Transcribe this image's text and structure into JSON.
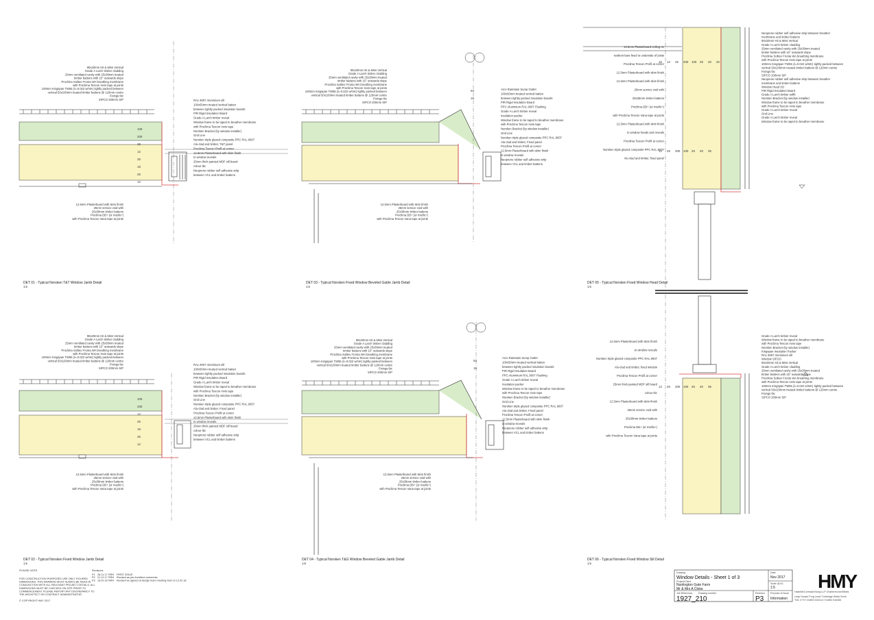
{
  "details": [
    {
      "caption": "DET 01 - Typical Norsken T&T Window Jamb Detail",
      "scale": "1:5",
      "labels_left": [
        "90x20mm Hit & Miss Vertical",
        "Grade A Larch timber cladding",
        "25mm ventilated cavity with 25x38mm treated",
        "timber battens with 15° outwards slope",
        "Proclima Solitex Fronta WA breathing membrane",
        "with Proclima Tescon Invis tape at joints",
        "100mm Kingspan TW55 (λ=0.022 w/mK) tightly packed between",
        "vertical 50x100mm treated timber battens @ 120mm centre",
        "Fixings tbc",
        "SIPCO 200mm SIP"
      ],
      "labels_right": [
        "RAL 9007 Aluminium sill",
        "100x50mm treated vertical batten",
        "between tightly packed insulation boards",
        "PIR Rigid Insulation Board",
        "Grade A Larch timber reveal",
        "Window frame to be taped to breather membrane",
        "with Proclima Tescon Invis tape",
        "Norsken Bracket (by window installer)",
        "Grid Line",
        "Norsken triple glazed composite PPC RAL 9007",
        "Alu-clad and timber, T&T panel",
        "Proclima Tescon Profil at corner",
        "12.5mm Plasterboard with skim finish",
        "to window reveals",
        "25mm thick painted MDF sill board",
        "colour tbc",
        "Neoprene rubber self adhesive strip",
        "between VCL and timber battens"
      ],
      "labels_bottom": [
        "12.5mm Plasterboard with skim finish",
        "25mm service void with",
        "25x38mm timber battens",
        "Proclima DB+ (or Intello+)",
        "with Proclima Tescon Vana tape at joints"
      ],
      "dims": [
        "100",
        "200",
        "38",
        "12",
        "25",
        "19",
        "25",
        "12"
      ]
    },
    {
      "caption": "DET 03 - Typical Norsken Fixed Window Beveled Gable Jamb Detail",
      "scale": "1:5",
      "labels_left": [
        "90x20mm Hit & Miss Vertical",
        "Grade A Larch timber cladding",
        "25mm ventilated cavity with 25x38mm treated",
        "timber battens with 15° outwards slope",
        "Proclima Solitex Fronta WA breathing membrane",
        "with Proclima Tescon Invis tape at joints",
        "100mm Kingspan TW55 (λ=0.022 w/mK) tightly packed between",
        "vertical 50x100mm treated timber battens @ 120mm centre",
        "Fixings tbc",
        "SIPCO 200mm SIP"
      ],
      "labels_right": [
        "Arco Rainstain Sump Outlet",
        "100x50mm treated vertical batten",
        "between tightly packed insulation boards",
        "PIR Rigid Insulation Board",
        "PPC Aluminium RAL 9007 Flashing",
        "Grade A Larch timber reveal",
        "Insulation packer",
        "Window frame to be taped to breather membrane",
        "with Proclima Tescon Invis tape",
        "Norsken Bracket (by window installer)",
        "Grid Line",
        "Norsken triple glazed composite PPC RAL 9007",
        "Alu-clad and timber, Fixed panel",
        "Proclima Tescon Profil at corner",
        "12.5mm Plasterboard with skim finish",
        "to window reveals",
        "Neoprene rubber self adhesive strip",
        "between VCL and timber battens"
      ],
      "labels_bottom": [
        "12.5mm Plasterboard with skim finish",
        "25mm service void with",
        "25x38mm timber battens",
        "Proclima DB+ (or Intello+)",
        "with Proclima Tescon Vana tape at joints"
      ],
      "dims": [
        "63",
        "15"
      ]
    },
    {
      "caption": "DET 02 - Typical Norsken Fixed Window Jamb Detail",
      "scale": "1:5",
      "labels_left": [
        "90x20mm Hit & Miss Vertical",
        "Grade A Larch timber cladding",
        "25mm ventilated cavity with 25x38mm treated",
        "timber battens with 15° outwards slope",
        "Proclima Solitex Fronta WA breathing membrane",
        "with Proclima Tescon Invis tape at joints",
        "100mm Kingspan TW55 (λ=0.022 w/mK) tightly packed between",
        "vertical 50x100mm treated timber battens @ 120mm centre",
        "Fixings tbc",
        "SIPCO 200mm SIP"
      ],
      "labels_right": [
        "RAL 9007 Aluminium sill",
        "100x50mm treated vertical batten",
        "between tightly packed insulation boards",
        "PIR Rigid Insulation Board",
        "Grade A Larch timber reveal",
        "Window frame to be taped to breather membrane",
        "with Proclima Tescon Invis tape",
        "Norsken Bracket (by window installer)",
        "Grid Line",
        "Norsken triple glazed composite PPC RAL 9007",
        "Alu-clad and timber, Fixed panel",
        "Proclima Tescon Profil at corner",
        "12.5mm Plasterboard with skim finish",
        "to window reveals",
        "25mm thick painted MDF sill board",
        "colour tbc",
        "Neoprene rubber self adhesive strip",
        "between VCL and timber battens"
      ],
      "labels_bottom": [
        "12.5mm Plasterboard with skim finish",
        "25mm service void with",
        "25x38mm timber battens",
        "Proclima DB+ (or Intello+)",
        "with Proclima Tescon Vana tape at joints"
      ],
      "dims": [
        "100",
        "200",
        "12",
        "25",
        "19",
        "25",
        "12"
      ]
    },
    {
      "caption": "DET 04 - Typical Norsken T&G Window Beveled Gable Jamb Detail",
      "scale": "1:5",
      "labels_left": [
        "90x20mm Hit & Miss Vertical",
        "Grade A Larch timber cladding",
        "25mm ventilated cavity with 25x38mm treated",
        "timber battens with 15° outwards slope",
        "Proclima Solitex Fronta WA breathing membrane",
        "with Proclima Tescon Invis tape at joints",
        "100mm Kingspan TW55 (λ=0.022 w/mK) tightly packed between",
        "vertical 50x100mm treated timber battens @ 120mm centre",
        "Fixings tbc",
        "SIPCO 200mm SIP"
      ],
      "labels_right": [
        "Arco Rainstain Sump Outlet",
        "100x50mm treated vertical batten",
        "between tightly packed insulation boards",
        "PIR Rigid Insulation Board",
        "PPC Aluminium RAL 9007 Flashing",
        "Grade A Larch timber reveal",
        "Insulation packer",
        "Window frame to be taped to breather membrane",
        "with Proclima Tescon Invis tape",
        "Norsken Bracket (by window installer)",
        "Grid Line",
        "Norsken triple glazed composite PPC RAL 9007",
        "Alu-clad and timber, Fixed panel",
        "Proclima Tescon Profil at corner",
        "12.5mm Plasterboard with skim finish",
        "to window reveals",
        "Neoprene rubber self adhesive strip",
        "between VCL and timber battens"
      ],
      "labels_bottom": [
        "12.5mm Plasterboard with skim finish",
        "25mm service void with",
        "25x38mm timber battens",
        "Proclima DB+ (or Intello+)",
        "with Proclima Tescon Vana tape at joints"
      ],
      "dims": [
        "63",
        "19"
      ]
    },
    {
      "caption": "DET 05 - Typical Norsken Fixed Window Head Detail",
      "scale": "1:5",
      "labels_left": [
        "12.5mm Plasterboard ceiling on",
        "resilient bars fixed to underside of joists",
        "Proclima Tescon Profil at corner",
        "12.5mm Plasterboard with skim finish",
        "12.5mm Plasterboard with skim finish",
        "25mm service void with",
        "25x38mm timber battens",
        "Proclima DB+ (or Intello+)",
        "with Proclima Tescon Vana tape at joints",
        "12.5mm Plasterboard with skim finish",
        "to window heads and reveals",
        "Proclima Tescon Profil at corner",
        "Norsken triple glazed composite PPC RAL 9007",
        "Alu-clad and timber, fixed panel"
      ],
      "labels_right": [
        "Neoprene rubber self adhesive strip between breather",
        "membrane and timber battens",
        "90x20mm Hit & Miss Vertical",
        "Grade A Larch timber cladding",
        "25mm ventilated cavity with 25x38mm treated",
        "timber battens with 15° outwards slope",
        "Proclima Solitex Fronta WA breathing membrane",
        "with Proclima Tescon Invis tape at joints",
        "100mm Kingspan TW55 (λ=0.022 w/mK) tightly packed between",
        "vertical 50x100mm treated timber battens @ 120mm centre",
        "Fixings tbc",
        "SIPCO 200mm SIP",
        "Neoprene rubber self adhesive strip between breather",
        "membrane and timber battens",
        "Window Head SO",
        "PIR Rigid Insulation Board",
        "Grade A Larch timber soffit",
        "Norsken Bracket (by window installer)",
        "Window frame to be taped to breather membrane",
        "with Proclima Tescon Invis tape",
        "Grade A Larch timber reveal",
        "Grid Line",
        "Grade A Larch timber reveal",
        "Window frame to be taped to breather membrane"
      ],
      "dims": [
        "15",
        "12",
        "25",
        "200",
        "100",
        "25",
        "20",
        "20",
        "12",
        "25",
        "200",
        "100",
        "25",
        "20",
        "35"
      ]
    },
    {
      "caption": "DET 06 - Typical Norsken Fixed Window Sill Detail",
      "scale": "1:5",
      "labels_left": [
        "12.5mm Plasterboard with skim finish",
        "to window reveals",
        "Norsken triple glazed composite PPC RAL 9007",
        "Alu-clad and timber, fixed window",
        "Proclima Tescon Profil at corner",
        "25mm thick painted MDF sill board",
        "colour tbc",
        "12.5mm Plasterboard with skim finish",
        "25mm service void with",
        "25x38mm timber battens",
        "Proclima DB+ (or Intello+)",
        "with Proclima Tescon Vana tape at joints"
      ],
      "labels_right": [
        "Grade A Larch timber reveal",
        "Window frame to be taped to breather membrane",
        "with Proclima Tescon Invis tape",
        "Norsken Bracket (by window installer)",
        "Kingspan Insulation Packer",
        "RAL 9007 Aluminium sill",
        "Window Sill SO",
        "90x20mm Hit & Miss Vertical",
        "Grade A Larch timber cladding",
        "25mm ventilated cavity with 25x38mm treated",
        "timber battens with 15° outwards slope",
        "Proclima Solitex Fronta WA breathing membrane",
        "with Proclima Tescon Invis tape at joints",
        "100mm Kingspan TW55 (λ=0.022 w/mK) tightly packed between",
        "vertical 50x100mm treated timber battens @ 120mm centre",
        "Fixings tbc",
        "SIPCO 200mm SIP"
      ],
      "dims": [
        "12",
        "25",
        "200",
        "100",
        "25",
        "20",
        "35"
      ]
    }
  ],
  "notes": {
    "heading": "PLEASE NOTE",
    "lines": [
      "FOR CONSTRUCTION PURPOSES USE ONLY FIGURED",
      "DIMENSIONS. THIS DRAWING MUST ALWAYS BE READ IN",
      "CONJUNCTION WITH ALL RELEVANT PROJECT DETAILS. ALL",
      "DIMENSIONS MUST BE CHECKED ON SITE PRIOR TO",
      "COMMENCEMENT. PLEASE REPORT ANY DISCREPANCY TO",
      "THE ARCHITECT OR CONTRACT ADMINISTRATOR."
    ],
    "copyright": "© COPYRIGHT HMY 2017"
  },
  "revisions": {
    "heading": "Revisions",
    "rows": [
      [
        "P1",
        "28.11.17",
        "RRH",
        "FIRST ISSUE"
      ],
      [
        "P2",
        "21.12.17",
        "RRH",
        "Revised as per Architect comments"
      ],
      [
        "P3",
        "16.02.18",
        "RRH",
        "Revised as agreed at design team meeting held on 12.02.18"
      ]
    ]
  },
  "title_block": {
    "drawing_label": "Drawing",
    "drawing_title": "Window Details - Sheet 1 of 3",
    "project_label": "Project/Client",
    "project": "Nunlington Gate Farm",
    "client": "Mr & Mrs A Cloke",
    "date_label": "Date",
    "date": "Nov 2017",
    "scale_label": "Scale @ A1",
    "scale": "1:5",
    "job_label": "Job Reference",
    "drawing_no_label": "Drawing number",
    "number": "1927_210",
    "revision_label": "Revision",
    "revision": "P3",
    "purpose_label": "Purpose of Issue",
    "purpose": "Information",
    "logo": "HMY",
    "firm": "HazleMcCormackYoung LLP Chartered Architects",
    "address": "Leap House/ Frog Lane/ Tunbridge Wells/ Kent/",
    "phone": "TN1 1YT/ t 01892 515311/ f 01892 515285"
  },
  "colors": {
    "insulation_green": "#d8ecc9",
    "sip_yellow": "#f9f4c2",
    "membrane_red": "#d93b3b",
    "line": "#222222"
  }
}
